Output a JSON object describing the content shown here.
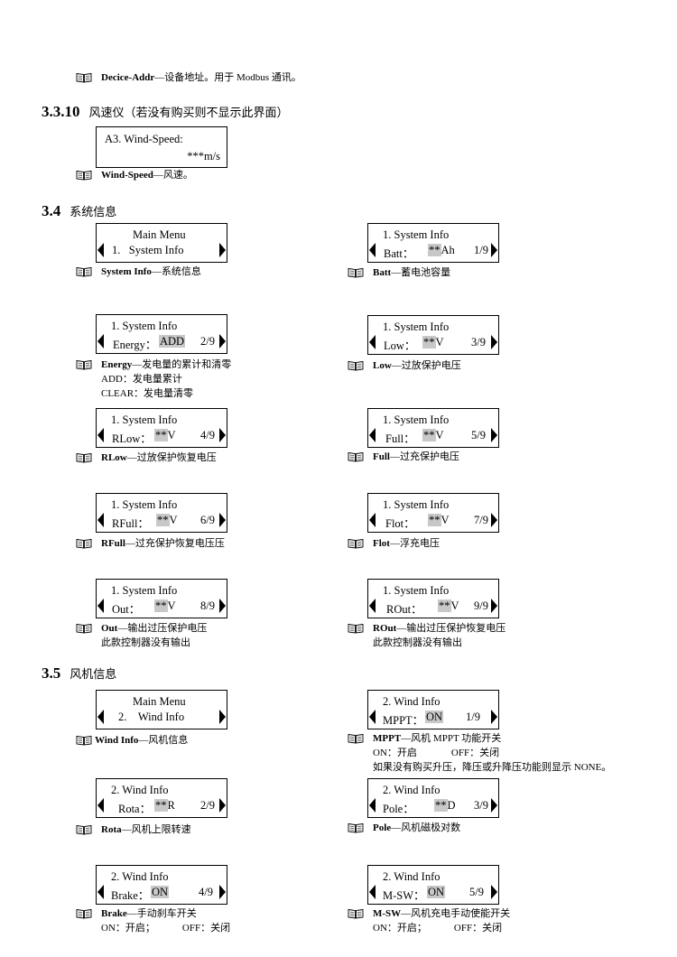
{
  "note_addr": {
    "term": "Decice-Addr",
    "desc": "—设备地址。用于 Modbus 通讯。"
  },
  "sec_3_3_10": {
    "num": "3.3.10",
    "title": "风速仪（若没有购买则不显示此界面）"
  },
  "wind_speed_screen": {
    "title": "A3. Wind-Speed:",
    "value": "***m/s"
  },
  "note_windspeed": {
    "term": "Wind-Speed",
    "desc": "—风速。"
  },
  "sec_3_4": {
    "num": "3.4",
    "title": "系统信息"
  },
  "sec_3_5": {
    "num": "3.5",
    "title": "风机信息"
  },
  "sys": {
    "main": {
      "title": "Main Menu",
      "index": "1.",
      "label": "System Info"
    },
    "main_note": {
      "term": "System Info",
      "desc": "—系统信息"
    },
    "batt": {
      "title": "1. System Info",
      "label": "Batt：",
      "value": "**",
      "unit": "Ah",
      "page": "1/9"
    },
    "batt_note": {
      "term": "Batt",
      "desc": "—蓄电池容量"
    },
    "energy": {
      "title": "1. System Info",
      "label": "Energy：",
      "value": "ADD",
      "page": "2/9"
    },
    "energy_note": {
      "term": "Energy",
      "desc": "—发电量的累计和清零",
      "line2": "ADD：发电量累计",
      "line3": "CLEAR：发电量清零"
    },
    "low": {
      "title": "1. System Info",
      "label": "Low：",
      "value": "**",
      "unit": "V",
      "page": "3/9"
    },
    "low_note": {
      "term": "Low",
      "desc": "—过放保护电压"
    },
    "rlow": {
      "title": "1. System Info",
      "label": "RLow：",
      "value": "**",
      "unit": "V",
      "page": "4/9"
    },
    "rlow_note": {
      "term": "RLow",
      "desc": "—过放保护恢复电压"
    },
    "full": {
      "title": "1. System Info",
      "label": "Full：",
      "value": "**",
      "unit": "V",
      "page": "5/9"
    },
    "full_note": {
      "term": "Full",
      "desc": "—过充保护电压"
    },
    "rfull": {
      "title": "1. System Info",
      "label": "RFull：",
      "value": "**",
      "unit": "V",
      "page": "6/9"
    },
    "rfull_note": {
      "term": "RFull",
      "desc": "—过充保护恢复电压压"
    },
    "flot": {
      "title": "1. System Info",
      "label": "Flot：",
      "value": "**",
      "unit": "V",
      "page": "7/9"
    },
    "flot_note": {
      "term": "Flot",
      "desc": "—浮充电压"
    },
    "out": {
      "title": "1. System Info",
      "label": "Out：",
      "value": "**",
      "unit": "V",
      "page": "8/9"
    },
    "out_note": {
      "term": "Out",
      "desc": "—输出过压保护电压",
      "line2": "此款控制器没有输出"
    },
    "rout": {
      "title": "1. System Info",
      "label": "ROut：",
      "value": "**",
      "unit": "V",
      "page": "9/9"
    },
    "rout_note": {
      "term": "ROut",
      "desc": "—输出过压保护恢复电压",
      "line2": "此款控制器没有输出"
    }
  },
  "wind": {
    "main": {
      "title": "Main Menu",
      "index": "2.",
      "label": "Wind Info"
    },
    "main_note": {
      "term": "Wind Info",
      "desc": "—风机信息"
    },
    "mppt": {
      "title": "2. Wind Info",
      "label": "MPPT：",
      "value": "ON",
      "page": "1/9"
    },
    "mppt_note": {
      "term": "MPPT",
      "desc": "—风机 MPPT 功能开关",
      "line2a": "ON：开启",
      "line2b": "OFF：关闭",
      "line3": "如果没有购买升压，降压或升降压功能则显示 NONE。"
    },
    "rota": {
      "title": "2. Wind Info",
      "label": "Rota：",
      "value": "**",
      "unit": "R",
      "page": "2/9"
    },
    "rota_note": {
      "term": "Rota",
      "desc": "—风机上限转速"
    },
    "pole": {
      "title": "2. Wind Info",
      "label": "Pole：",
      "value": "**",
      "unit": "D",
      "page": "3/9"
    },
    "pole_note": {
      "term": "Pole",
      "desc": "—风机磁极对数"
    },
    "brake": {
      "title": "2. Wind Info",
      "label": "Brake：",
      "value": "ON",
      "page": "4/9"
    },
    "brake_note": {
      "term": "Brake",
      "desc": "—手动刹车开关",
      "line2a": "ON：开启；",
      "line2b": "OFF：关闭"
    },
    "msw": {
      "title": "2. Wind Info",
      "label": "M-SW：",
      "value": "ON",
      "page": "5/9"
    },
    "msw_note": {
      "term": "M-SW",
      "desc": "—风机充电手动使能开关",
      "line2a": "ON：开启；",
      "line2b": "OFF：关闭"
    }
  }
}
